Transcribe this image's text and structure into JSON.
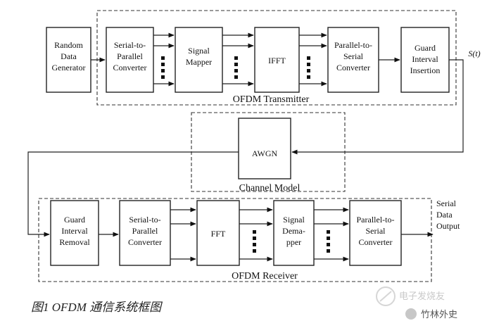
{
  "blocks": {
    "random_data_generator": [
      "Random",
      "Data",
      "Generator"
    ],
    "tx_serial_to_parallel": [
      "Serial-to-",
      "Parallel",
      "Converter"
    ],
    "signal_mapper": [
      "Signal",
      "Mapper"
    ],
    "ifft": [
      "IFFT"
    ],
    "tx_parallel_to_serial": [
      "Parallel-to-",
      "Serial",
      "Converter"
    ],
    "guard_interval_insertion": [
      "Guard",
      "Interval",
      "Insertion"
    ],
    "awgn": [
      "AWGN"
    ],
    "guard_interval_removal": [
      "Guard",
      "Interval",
      "Removal"
    ],
    "rx_serial_to_parallel": [
      "Serial-to-",
      "Parallel",
      "Converter"
    ],
    "fft": [
      "FFT"
    ],
    "signal_demapper": [
      "Signal",
      "Dema-",
      "pper"
    ],
    "rx_parallel_to_serial": [
      "Parallel-to-",
      "Serial",
      "Converter"
    ]
  },
  "groups": {
    "transmitter": "OFDM Transmitter",
    "channel": "Channel Model",
    "receiver": "OFDM Receiver"
  },
  "signal_label": "S(t)",
  "output_label": [
    "Serial",
    "Data",
    "Output"
  ],
  "caption": "图1   OFDM 通信系统框图",
  "watermark": {
    "primary": "电子发烧友",
    "secondary": "竹林外史"
  }
}
